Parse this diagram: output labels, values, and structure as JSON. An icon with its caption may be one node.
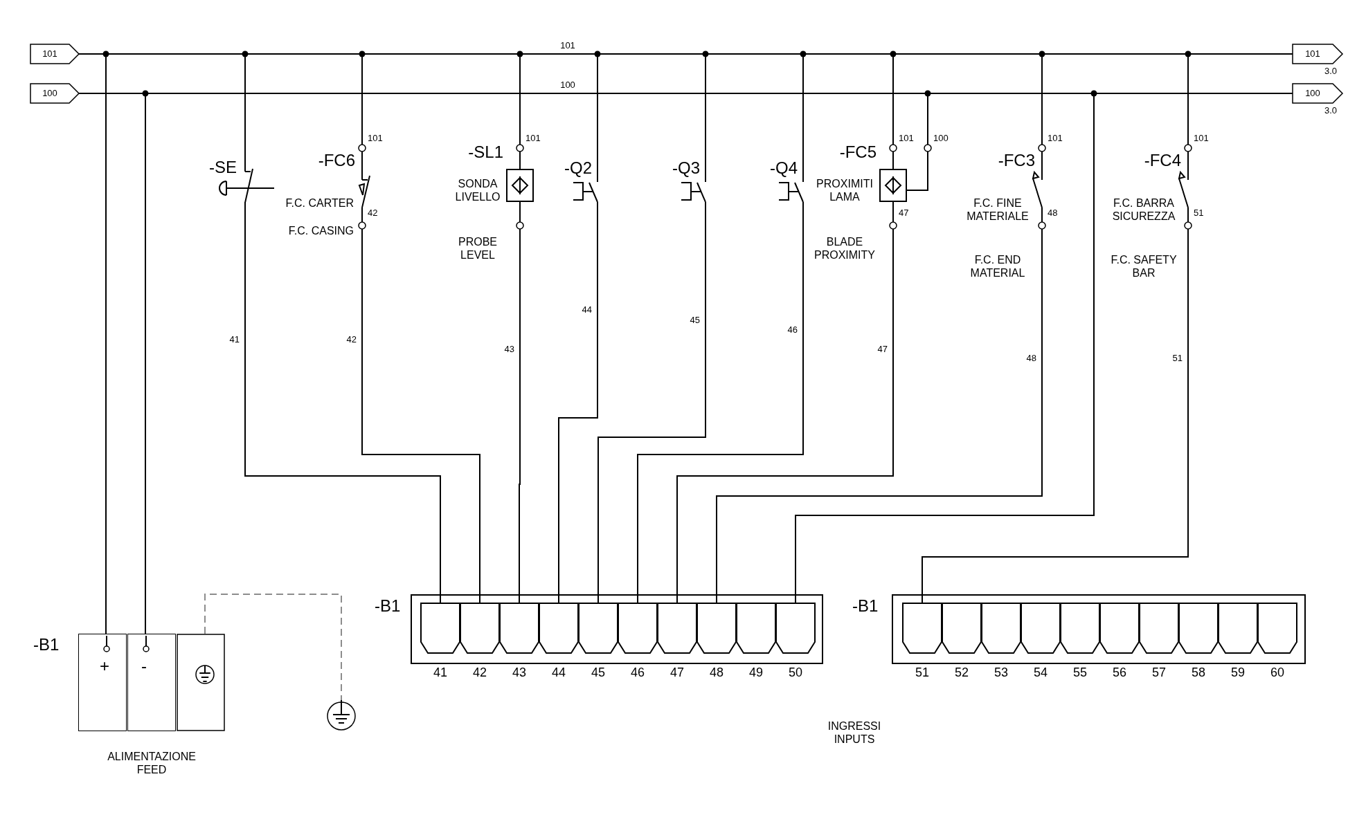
{
  "diagram": {
    "nodes": [
      {
        "text": [
          "101"
        ]
      },
      {
        "text": [
          "100"
        ]
      },
      {
        "text": [
          "101"
        ],
        "beside": [
          "3.0"
        ]
      },
      {
        "text": [
          "100"
        ],
        "beside": [
          "3.0"
        ]
      },
      {
        "text": [
          "-SE"
        ]
      },
      {
        "text": [
          "-FC6",
          "F.C. CARTER",
          "F.C. CASING"
        ],
        "beside": [
          "101",
          "42"
        ]
      },
      {
        "text": [
          "-SL1",
          "SONDA LIVELLO",
          "PROBE LEVEL"
        ],
        "beside": [
          "101"
        ]
      },
      {
        "text": [
          "-Q2"
        ]
      },
      {
        "text": [
          "-Q3"
        ]
      },
      {
        "text": [
          "-Q4"
        ]
      },
      {
        "text": [
          "-FC5",
          "PROXIMITI LAMA",
          "BLADE PROXIMITY",
          "101",
          "47"
        ],
        "beside": [
          "100"
        ]
      },
      {
        "text": [
          "-FC3",
          "F.C. FINE MATERIALE",
          "F.C. END MATERIAL"
        ],
        "beside": [
          "101",
          "48"
        ]
      },
      {
        "text": [
          "-FC4",
          "F.C. BARRA SICUREZZA",
          "F.C. SAFETY BAR"
        ],
        "beside": [
          "101",
          "51"
        ]
      },
      {
        "text": [
          "-B1"
        ],
        "beside": [
          "ALIMENTAZIONE FEED"
        ]
      },
      {
        "text": [
          "+"
        ],
        "in": 13
      },
      {
        "text": [
          "-"
        ],
        "in": 13
      },
      {
        "text": [],
        "shape": "box",
        "in": 13
      },
      {
        "text": [],
        "shape": "picture"
      },
      {
        "text": [
          "-B1"
        ]
      },
      {
        "text": [
          "41"
        ],
        "in": 18
      },
      {
        "text": [
          "42"
        ],
        "in": 18
      },
      {
        "text": [
          "43"
        ],
        "in": 18
      },
      {
        "text": [
          "44"
        ],
        "in": 18
      },
      {
        "text": [
          "45"
        ],
        "in": 18
      },
      {
        "text": [
          "46"
        ],
        "in": 18
      },
      {
        "text": [
          "47"
        ],
        "in": 18
      },
      {
        "text": [
          "48"
        ],
        "in": 18
      },
      {
        "text": [
          "49"
        ],
        "in": 18
      },
      {
        "text": [
          "50"
        ],
        "in": 18
      },
      {
        "text": [
          "-B1"
        ]
      },
      {
        "text": [
          "51"
        ],
        "in": 29
      },
      {
        "text": [
          "52"
        ],
        "in": 29
      },
      {
        "text": [
          "53"
        ],
        "in": 29
      },
      {
        "text": [
          "54"
        ],
        "in": 29
      },
      {
        "text": [
          "55"
        ],
        "in": 29
      },
      {
        "text": [
          "56"
        ],
        "in": 29
      },
      {
        "text": [
          "57"
        ],
        "in": 29
      },
      {
        "text": [
          "58"
        ],
        "in": 29
      },
      {
        "text": [
          "59"
        ],
        "in": 29
      },
      {
        "text": [
          "60"
        ],
        "in": 29
      }
    ],
    "edges": [
      {
        "from": 0,
        "to": 2,
        "arrow": "none",
        "label": "101"
      },
      {
        "from": 1,
        "to": 3,
        "arrow": "none",
        "label": "100"
      },
      {
        "from": 0,
        "to": 14,
        "arrow": "none"
      },
      {
        "from": 1,
        "to": 15,
        "arrow": "none"
      },
      {
        "from": 0,
        "to": 4,
        "arrow": "none"
      },
      {
        "from": 4,
        "to": 19,
        "arrow": "none",
        "label": "41"
      },
      {
        "from": 0,
        "to": 5,
        "arrow": "none"
      },
      {
        "from": 5,
        "to": 20,
        "arrow": "none",
        "label": "42"
      },
      {
        "from": 0,
        "to": 6,
        "arrow": "none"
      },
      {
        "from": 6,
        "to": 21,
        "arrow": "none",
        "label": "43"
      },
      {
        "from": 0,
        "to": 7,
        "arrow": "none"
      },
      {
        "from": 7,
        "to": 22,
        "arrow": "none",
        "label": "44"
      },
      {
        "from": 0,
        "to": 8,
        "arrow": "none"
      },
      {
        "from": 8,
        "to": 23,
        "arrow": "none",
        "label": "45"
      },
      {
        "from": 0,
        "to": 9,
        "arrow": "none"
      },
      {
        "from": 9,
        "to": 24,
        "arrow": "none",
        "label": "46"
      },
      {
        "from": 0,
        "to": 10,
        "arrow": "none"
      },
      {
        "from": 1,
        "to": 10,
        "arrow": "none"
      },
      {
        "from": 10,
        "to": 25,
        "arrow": "none",
        "label": "47"
      },
      {
        "from": 0,
        "to": 11,
        "arrow": "none"
      },
      {
        "from": 11,
        "to": 26,
        "arrow": "none",
        "label": "48"
      },
      {
        "from": 1,
        "to": 28,
        "arrow": "none"
      },
      {
        "from": 0,
        "to": 12,
        "arrow": "none"
      },
      {
        "from": 12,
        "to": 30,
        "arrow": "none",
        "label": "51"
      },
      {
        "from": 16,
        "to": 17,
        "arrow": "none",
        "style": "dashed",
        "color": "#8c8c8c"
      }
    ],
    "labels": [
      "INGRESSI INPUTS"
    ]
  }
}
